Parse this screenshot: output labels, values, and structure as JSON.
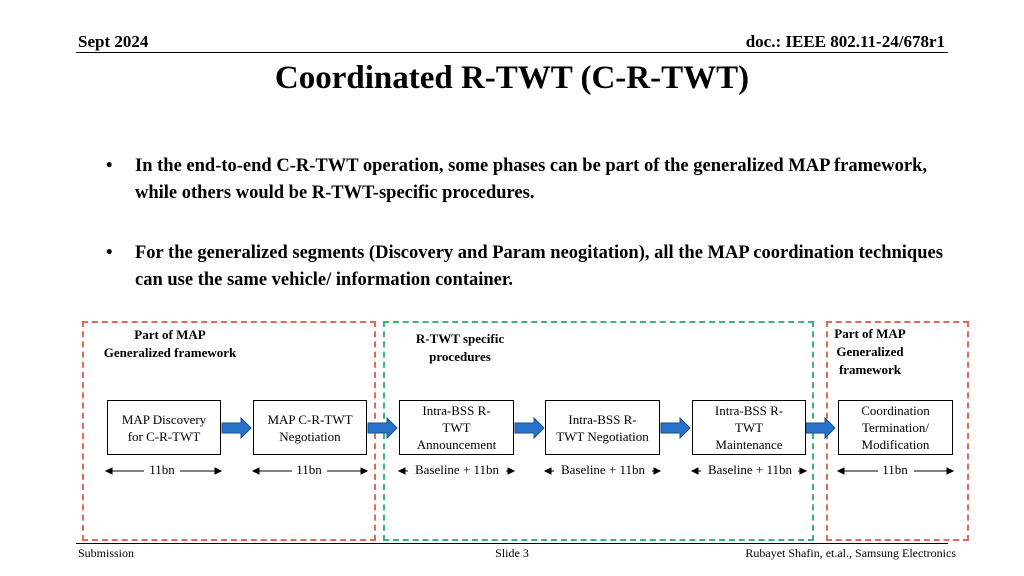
{
  "header": {
    "date": "Sept 2024",
    "doc": "doc.: IEEE 802.11-24/678r1"
  },
  "title": "Coordinated R-TWT (C-R-TWT)",
  "bullets": [
    {
      "marker": "•",
      "text": "In the end-to-end C-R-TWT operation, some phases can be part of the generalized MAP framework, while others would be R-TWT-specific procedures."
    },
    {
      "marker": "•",
      "text": "For the generalized segments (Discovery and Param neogitation), all the MAP coordination techniques can use the same vehicle/ information container."
    }
  ],
  "diagram": {
    "regions": [
      {
        "label_line1": "Part of MAP",
        "label_line2": "Generalized framework",
        "style": "dashed-red"
      },
      {
        "label_line1": "R-TWT specific",
        "label_line2": "procedures",
        "style": "dashed-green"
      },
      {
        "label_line1": "Part of MAP",
        "label_line2": "Generalized",
        "label_line3": "framework",
        "style": "dashed-red"
      }
    ],
    "boxes": [
      {
        "line1": "MAP Discovery",
        "line2": "for C-R-TWT",
        "line3": ""
      },
      {
        "line1": "MAP C-R-TWT",
        "line2": "Negotiation",
        "line3": ""
      },
      {
        "line1": "Intra-BSS R-",
        "line2": "TWT",
        "line3": "Announcement"
      },
      {
        "line1": "Intra-BSS R-",
        "line2": "TWT Negotiation",
        "line3": ""
      },
      {
        "line1": "Intra-BSS R-",
        "line2": "TWT",
        "line3": "Maintenance"
      },
      {
        "line1": "Coordination",
        "line2": "Termination/",
        "line3": "Modification"
      }
    ],
    "spans": [
      "11bn",
      "11bn",
      "Baseline + 11bn",
      "Baseline + 11bn",
      "Baseline + 11bn",
      "11bn"
    ],
    "arrow_color": "#2673c9"
  },
  "footer": {
    "left": "Submission",
    "center": "Slide 3",
    "right": "Rubayet Shafin, et.al., Samsung Electronics"
  }
}
